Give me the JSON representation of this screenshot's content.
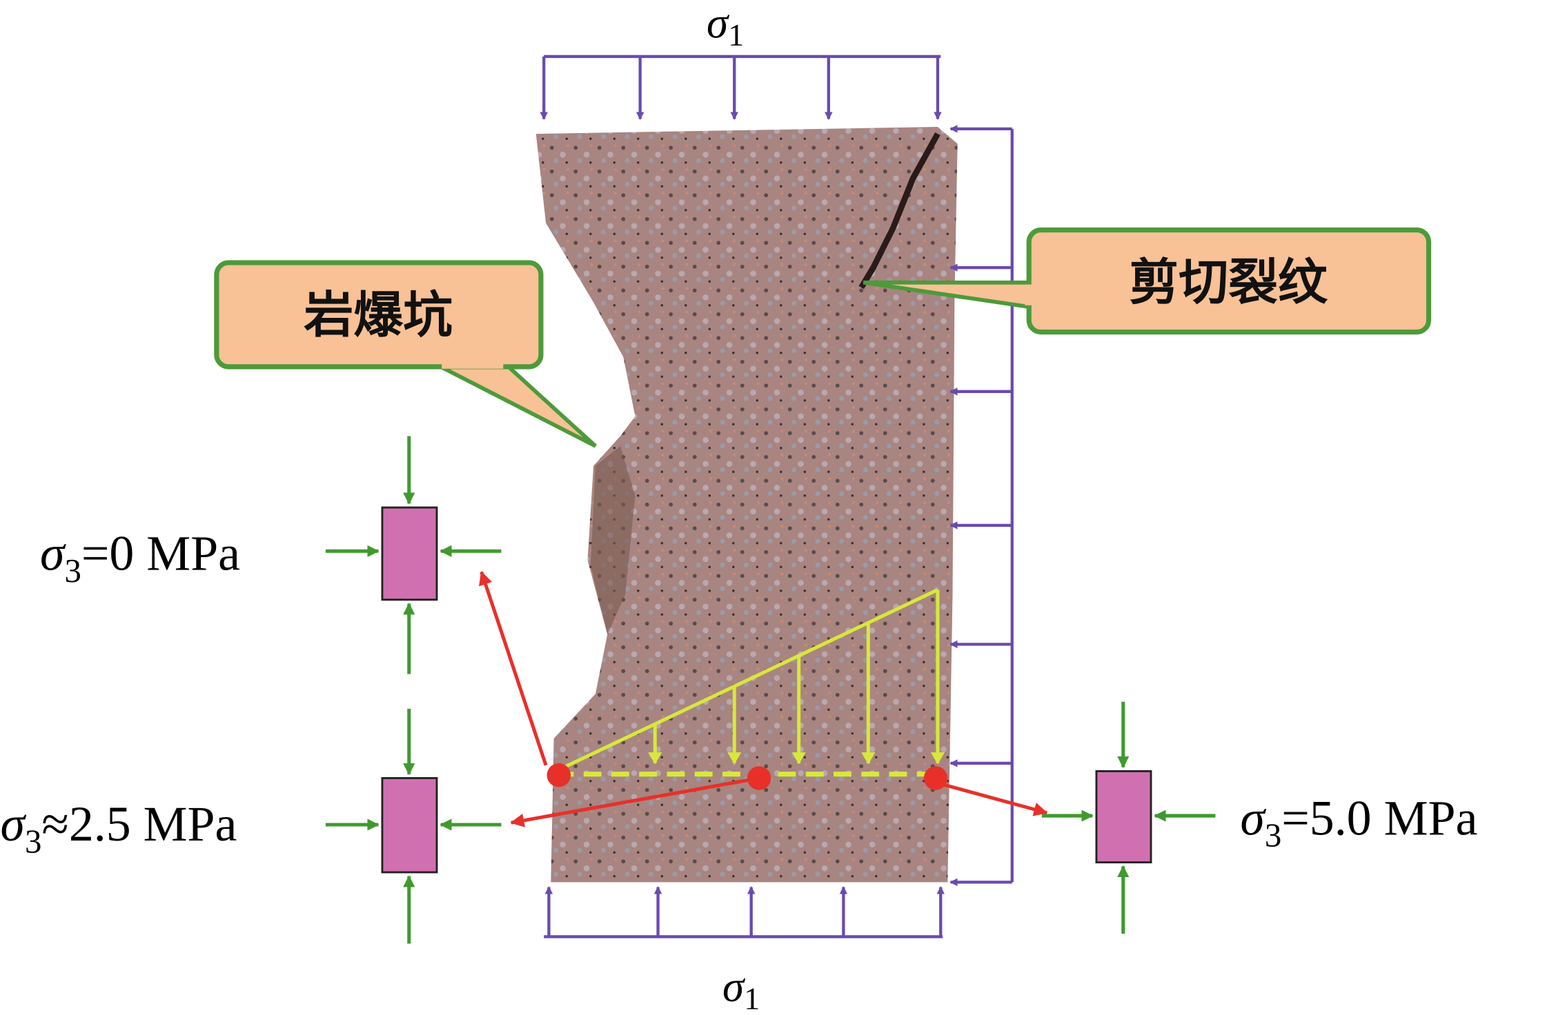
{
  "labels": {
    "sigma1_top": "σ",
    "sigma1_top_sub": "1",
    "sigma1_bottom": "σ",
    "sigma1_bottom_sub": "1",
    "callout_rockburst_pit": "岩爆坑",
    "callout_shear_crack": "剪切裂纹",
    "sigma3_zero": {
      "sym": "σ",
      "sub": "3",
      "rest": "=0 MPa"
    },
    "sigma3_mid": {
      "sym": "σ",
      "sub": "3",
      "rest": "≈2.5 MPa"
    },
    "sigma3_high": {
      "sym": "σ",
      "sub": "3",
      "rest": "=5.0 MPa"
    }
  },
  "colors": {
    "load_arrows": "#6a4ab0",
    "confinement_arrows": "#3f9a2e",
    "callout_fill": "#f8c196",
    "callout_stroke": "#4d9a3a",
    "stress_gradient": "#d8e83a",
    "points": "#e8302a",
    "element_fill": "#d070b0",
    "rock": "#a88580"
  }
}
